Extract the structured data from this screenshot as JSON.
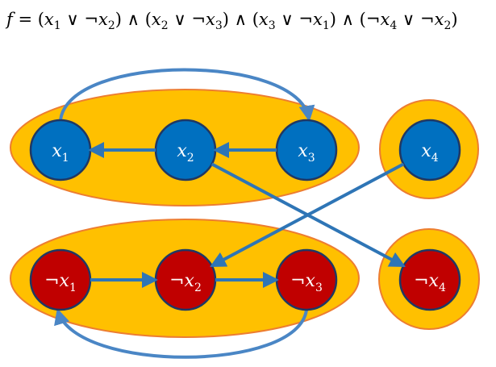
{
  "formula": {
    "f": "f",
    "eq": " = (",
    "clauses": [
      {
        "a_neg": "",
        "a_var": "x",
        "a_sub": "1",
        "op": " ∨ ",
        "b_neg": "¬",
        "b_var": "x",
        "b_sub": "2"
      },
      {
        "a_neg": "",
        "a_var": "x",
        "a_sub": "2",
        "op": " ∨ ",
        "b_neg": "¬",
        "b_var": "x",
        "b_sub": "3"
      },
      {
        "a_neg": "",
        "a_var": "x",
        "a_sub": "3",
        "op": " ∨ ",
        "b_neg": "¬",
        "b_var": "x",
        "b_sub": "1"
      },
      {
        "a_neg": "¬",
        "a_var": "x",
        "a_sub": "4",
        "op": " ∨ ",
        "b_neg": "¬",
        "b_var": "x",
        "b_sub": "2"
      }
    ],
    "close_and_open": ") ∧ (",
    "close": ")"
  },
  "colors": {
    "cluster_fill": "#ffc000",
    "cluster_stroke": "#ed7d31",
    "positive_fill": "#0070c0",
    "negative_fill": "#c00000",
    "node_stroke": "#1f3864",
    "edge": "#2e75b6",
    "curved_edge": "#4a86c5"
  },
  "nodes": [
    {
      "id": "x1",
      "neg": "",
      "var": "x",
      "sub": "1",
      "polarity": "positive",
      "icon": "variable-node"
    },
    {
      "id": "x2",
      "neg": "",
      "var": "x",
      "sub": "2",
      "polarity": "positive",
      "icon": "variable-node"
    },
    {
      "id": "x3",
      "neg": "",
      "var": "x",
      "sub": "3",
      "polarity": "positive",
      "icon": "variable-node"
    },
    {
      "id": "x4",
      "neg": "",
      "var": "x",
      "sub": "4",
      "polarity": "positive",
      "icon": "variable-node"
    },
    {
      "id": "nx1",
      "neg": "¬",
      "var": "x",
      "sub": "1",
      "polarity": "negative",
      "icon": "literal-node"
    },
    {
      "id": "nx2",
      "neg": "¬",
      "var": "x",
      "sub": "2",
      "polarity": "negative",
      "icon": "literal-node"
    },
    {
      "id": "nx3",
      "neg": "¬",
      "var": "x",
      "sub": "3",
      "polarity": "negative",
      "icon": "literal-node"
    },
    {
      "id": "nx4",
      "neg": "¬",
      "var": "x",
      "sub": "4",
      "polarity": "negative",
      "icon": "literal-node"
    }
  ],
  "clusters": [
    {
      "id": "top-left",
      "members": [
        "x1",
        "x2",
        "x3"
      ]
    },
    {
      "id": "top-right",
      "members": [
        "x4"
      ]
    },
    {
      "id": "bottom-left",
      "members": [
        "nx1",
        "nx2",
        "nx3"
      ]
    },
    {
      "id": "bottom-right",
      "members": [
        "nx4"
      ]
    }
  ],
  "edges": [
    {
      "from": "x2",
      "to": "x1",
      "kind": "straight"
    },
    {
      "from": "x3",
      "to": "x2",
      "kind": "straight"
    },
    {
      "from": "x1",
      "to": "x3",
      "kind": "arc-top"
    },
    {
      "from": "nx1",
      "to": "nx2",
      "kind": "straight"
    },
    {
      "from": "nx2",
      "to": "nx3",
      "kind": "straight"
    },
    {
      "from": "nx3",
      "to": "nx1",
      "kind": "arc-bottom"
    },
    {
      "from": "x2",
      "to": "nx4",
      "kind": "straight"
    },
    {
      "from": "x4",
      "to": "nx2",
      "kind": "straight"
    }
  ]
}
